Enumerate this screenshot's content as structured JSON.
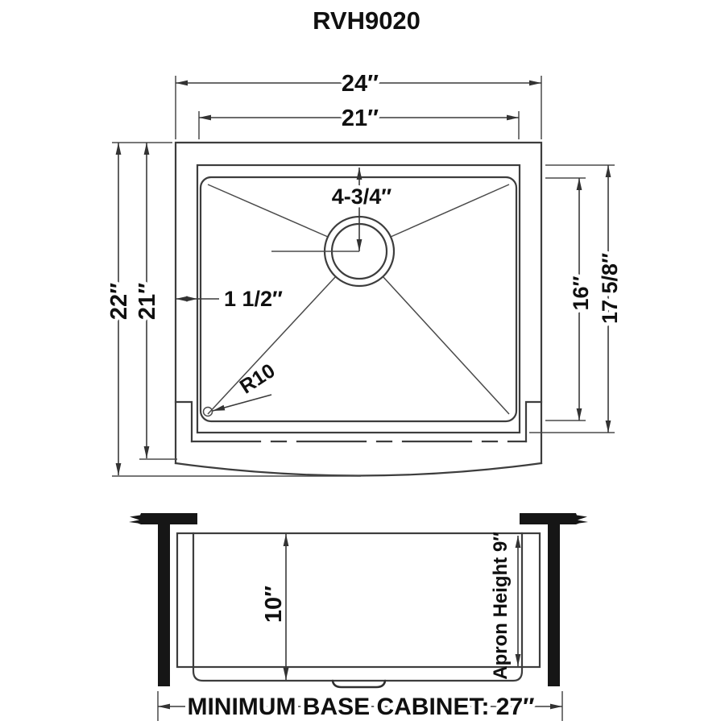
{
  "title": "RVH9020",
  "top_view": {
    "overall_width": "24″",
    "bowl_width": "21″",
    "overall_depth": "22″",
    "depth_to_apron": "21″",
    "bowl_inner_depth": "16″",
    "bowl_rim_depth": "17 5/8″",
    "drain_offset": "4-3/4″",
    "rim_thickness": "1 1/2″",
    "corner_radius": "R10"
  },
  "front_view": {
    "bowl_depth": "10″",
    "apron_height": "Apron Height 9″",
    "base_cabinet": "MINIMUM BASE CABINET: 27″"
  }
}
